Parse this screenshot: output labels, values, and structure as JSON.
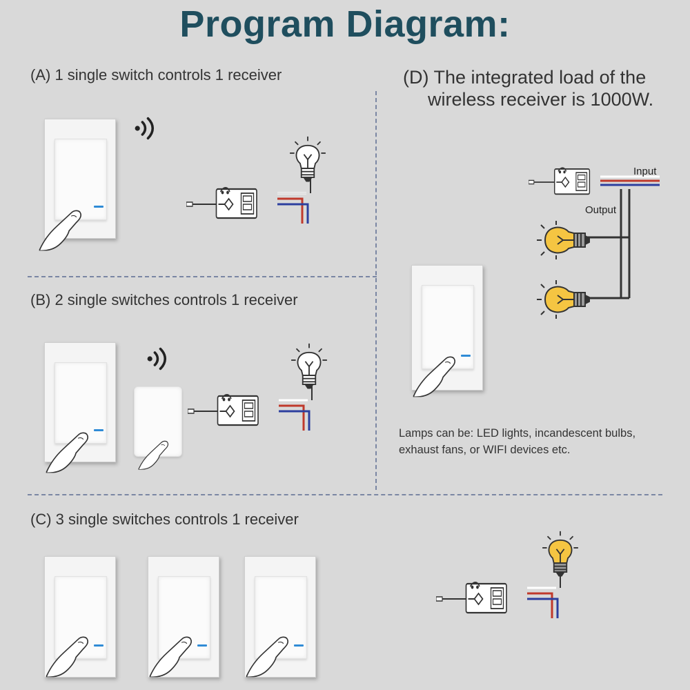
{
  "title": "Program Diagram:",
  "sections": {
    "a": {
      "label": "(A)  1 single switch controls 1 receiver"
    },
    "b": {
      "label": "(B)  2 single switches controls  1 receiver"
    },
    "c": {
      "label": "(C)  3 single switches controls  1 receiver"
    },
    "d": {
      "line1": "(D)  The integrated load of the",
      "line2": "wireless receiver is 1000W.",
      "input_label": "Input",
      "output_label": "Output",
      "note_line1": "Lamps can be:  LED lights, incandescent bulbs,",
      "note_line2": "exhaust fans, or WIFI devices etc."
    }
  },
  "icons": [
    "wireless-signal-icon",
    "light-bulb-icon",
    "receiver-module-icon",
    "wall-switch-icon",
    "hand-pressing-icon"
  ],
  "colors": {
    "title": "#1f4e5e",
    "divider": "#7a86a3",
    "wire_red": "#c0392b",
    "wire_blue": "#2c3e9e",
    "bulb_lit": "#f5c542",
    "led": "#2f8bd6"
  }
}
